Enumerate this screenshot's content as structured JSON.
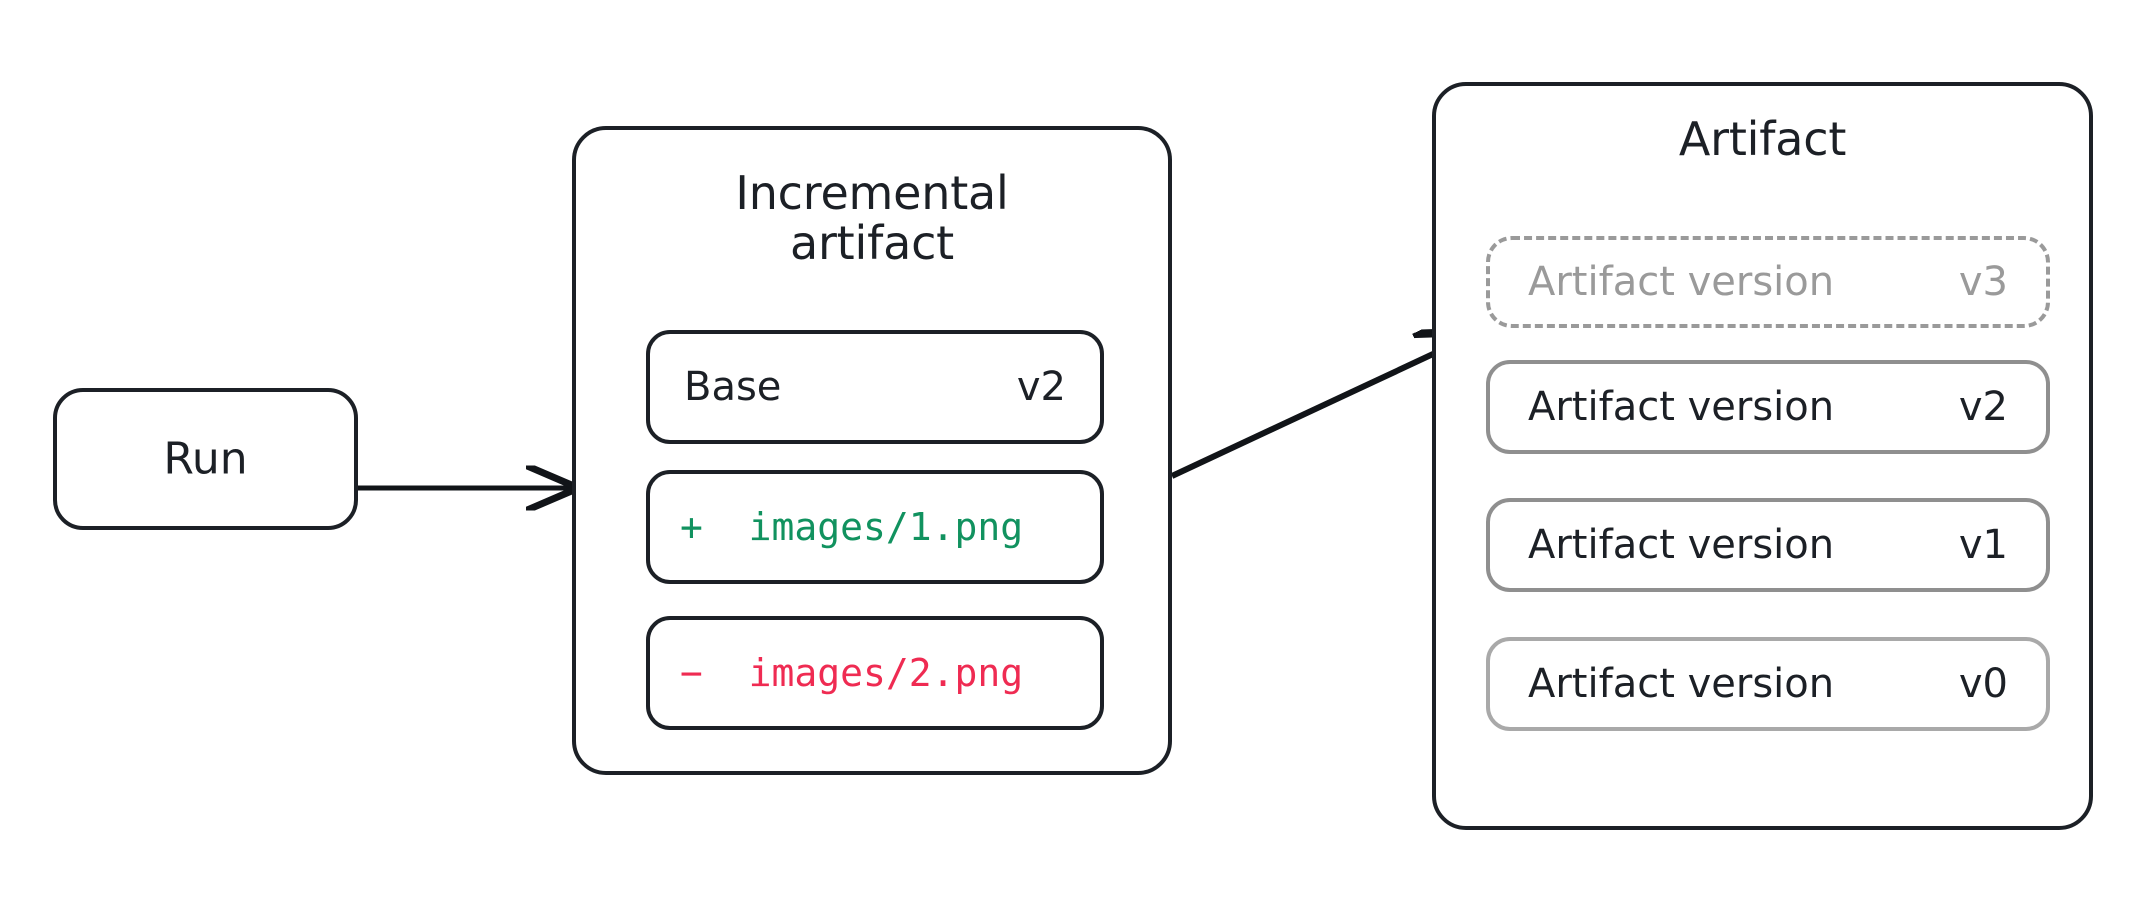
{
  "diagram": {
    "run": {
      "label": "Run"
    },
    "incremental_artifact": {
      "title_line1": "Incremental",
      "title_line2": "artifact",
      "rows": [
        {
          "kind": "base",
          "label": "Base",
          "version": "v2"
        },
        {
          "kind": "added",
          "marker": "+",
          "path": "images/1.png",
          "text": "+  images/1.png"
        },
        {
          "kind": "removed",
          "marker": "−",
          "path": "images/2.png",
          "text": "−  images/2.png"
        }
      ]
    },
    "artifact": {
      "title": "Artifact",
      "versions": [
        {
          "label": "Artifact version",
          "version": "v3",
          "state": "pending"
        },
        {
          "label": "Artifact version",
          "version": "v2",
          "state": "existing"
        },
        {
          "label": "Artifact version",
          "version": "v1",
          "state": "existing"
        },
        {
          "label": "Artifact version",
          "version": "v0",
          "state": "existing"
        }
      ]
    },
    "connections": [
      {
        "from": "run",
        "to": "incremental-artifact",
        "style": "solid-arrow"
      },
      {
        "from": "incremental-artifact",
        "to": "artifact-version-v3",
        "style": "solid-arrow"
      }
    ],
    "colors": {
      "stroke": "#1c2026",
      "muted_stroke": "#8f8f8f",
      "pending_stroke": "#9a9a9a",
      "added": "#11925f",
      "removed": "#ef2b52",
      "muted_text": "#9a9a9a",
      "background": "#ffffff"
    }
  }
}
